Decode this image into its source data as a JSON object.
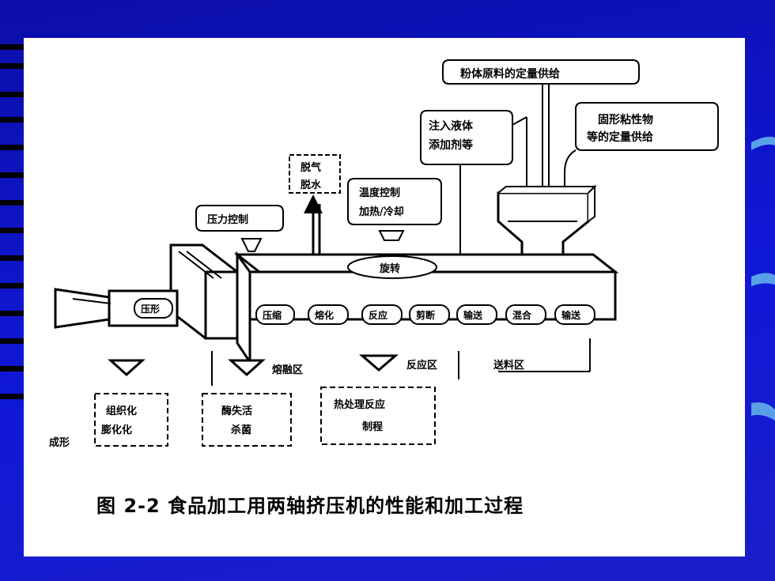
{
  "caption": "图 2-2   食品加工用两轴挤压机的性能和加工过程",
  "callouts": {
    "powder_feed": "粉体原料的定量供给",
    "liquid_add_1": "注入液体",
    "liquid_add_2": "添加剂等",
    "solid_feed_1": "固形粘性物",
    "solid_feed_2": "等的定量供给",
    "degas_1": "脱气",
    "degas_2": "脱水",
    "heating_1": "温度控制",
    "heating_2": "加热/冷却",
    "pressure": "压力控制",
    "rotation": "旋转",
    "die": "压形",
    "out_left_1": "组织化",
    "out_left_2": "膨化化",
    "out_mid_1": "酶失活",
    "out_mid_2": "杀菌",
    "out_right_1": "热处理反应",
    "out_right_2": "制程",
    "left_note": "成形"
  },
  "barrel_zones": [
    "压缩",
    "熔化",
    "反应",
    "剪断",
    "输送",
    "混合",
    "输送"
  ],
  "zone_labels": {
    "z1": "熔融区",
    "z2": "反应区",
    "z3": "送料区"
  },
  "colors": {
    "background": "#1018d8",
    "panel": "#ffffff",
    "ink": "#000000"
  }
}
